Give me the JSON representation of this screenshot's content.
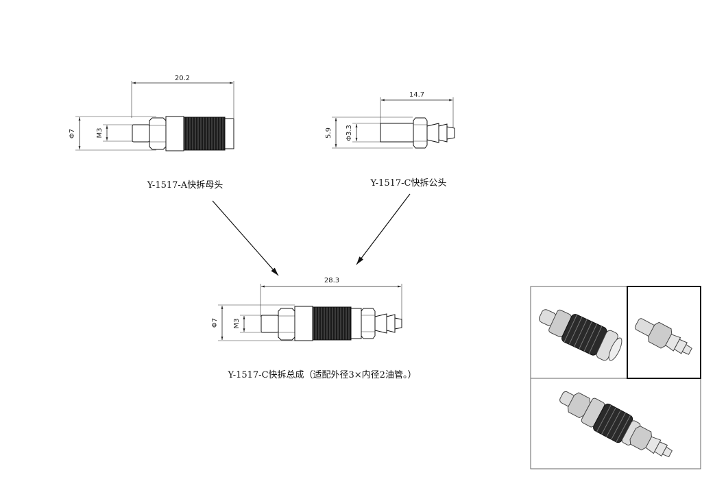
{
  "parts": {
    "female": {
      "caption": "Y-1517-A快拆母头",
      "dims": {
        "length": "20.2",
        "outer_dia": "Φ7",
        "thread": "M3"
      }
    },
    "male": {
      "caption": "Y-1517-C快拆公头",
      "dims": {
        "length": "14.7",
        "height": "5.9",
        "inner_dia": "Φ3.3"
      }
    },
    "assembly": {
      "caption": "Y-1517-C快拆总成（适配外径3×内径2油管。）",
      "dims": {
        "length": "28.3",
        "outer_dia": "Φ7",
        "thread": "M3"
      }
    }
  },
  "icons": {
    "arrow_left": "arrow-down-right-icon",
    "arrow_right": "arrow-down-left-icon"
  },
  "colors": {
    "line": "#222222",
    "knurl": "#1a1a1a",
    "frame": "#666666"
  }
}
